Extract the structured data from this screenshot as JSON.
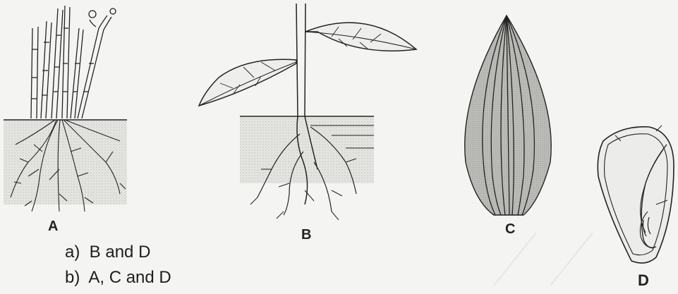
{
  "figures": [
    {
      "id": "A",
      "label": "A",
      "icon": "fibrous-root-grass-icon"
    },
    {
      "id": "B",
      "label": "B",
      "icon": "taproot-dicot-plant-icon"
    },
    {
      "id": "C",
      "label": "C",
      "icon": "parallel-venation-leaf-icon"
    },
    {
      "id": "D",
      "label": "D",
      "icon": "monocot-seed-section-icon"
    }
  ],
  "options": [
    {
      "text": "a)  B and D"
    },
    {
      "text": "b)  A, C and D"
    }
  ],
  "colors": {
    "ink": "#222222",
    "soil": "#d9d9d6",
    "paper": "#f4f4f2",
    "leafFill": "#c9c9c6"
  }
}
